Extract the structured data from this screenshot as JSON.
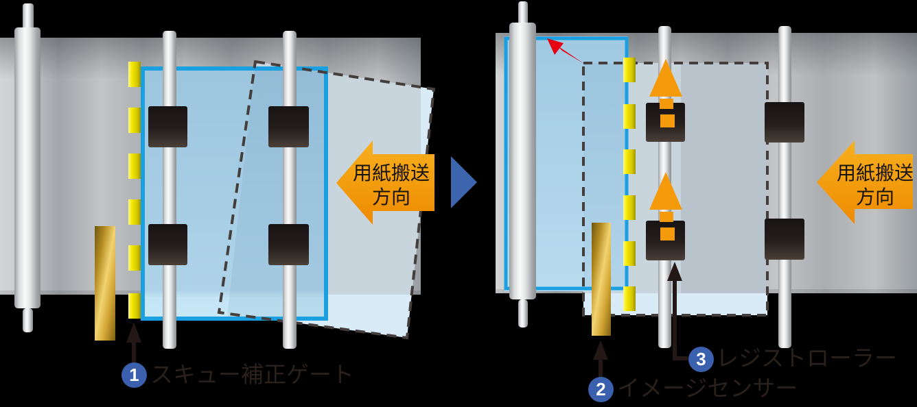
{
  "diagram": {
    "description_labels": [
      {
        "number": "1",
        "text": "スキュー補正ゲート"
      },
      {
        "number": "2",
        "text": "イメージセンサー"
      },
      {
        "number": "3",
        "text": "レジストローラー"
      }
    ],
    "transport_arrow": {
      "line1": "用紙搬送",
      "line2": "方向"
    },
    "colors": {
      "background": "#000000",
      "paper_border_blue": "#1a9fe0",
      "paper_fill_blue": "#a9cde3",
      "ghost_paper_light": "#d9ebf7",
      "ghost_paper_on_panel": "#c9d5dd",
      "transport_arrow_orange": "#f39800",
      "gate_yellow": "#f2e300",
      "sensor_gold": "#d2a634",
      "badge_blue": "#3a60ae",
      "step_arrow_red": "#e60012",
      "next_triangle_blue": "#3d65ae",
      "annotation_black": "#231815",
      "panel_gray_light": "#d4d5d6",
      "panel_gray_dark": "#9aa0a4"
    }
  }
}
